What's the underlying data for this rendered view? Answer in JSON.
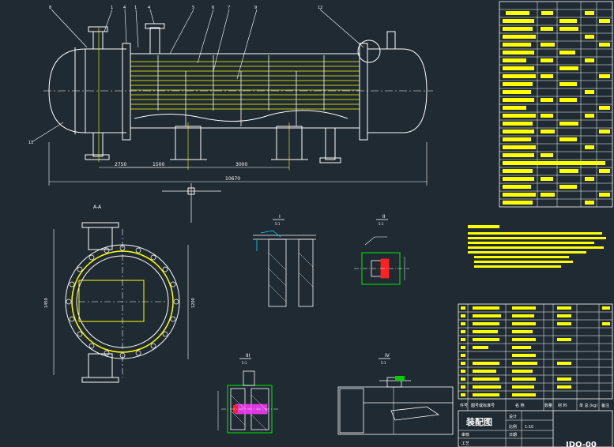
{
  "colors": {
    "background": "#1f2a33",
    "line": "#ffffff",
    "accent_yellow": "#ffff00",
    "accent_green": "#00d000",
    "accent_red": "#ff2020",
    "accent_magenta": "#ff3cff",
    "accent_cyan": "#00e0ff"
  },
  "main_view": {
    "dim_overall": "10670",
    "dim_a": "2750",
    "dim_b": "1500",
    "dim_c": "3000"
  },
  "section_view": {
    "label": "A-A",
    "dim_height": "1450",
    "dim_width": "1200"
  },
  "details": {
    "detail_1": {
      "label": "I",
      "scale": "5:1"
    },
    "detail_2": {
      "label": "II",
      "scale": "5:1"
    },
    "detail_3": {
      "label": "III",
      "scale": "5:1"
    },
    "detail_4": {
      "label": "IV",
      "scale": "5:1"
    }
  },
  "title_block": {
    "drawing_title": "装配图",
    "design_label": "设计",
    "ratio_label": "比例",
    "ratio_value": "1:10",
    "date_label": "日期",
    "review_label": "审核",
    "process_label": "工艺",
    "drawing_no": "JDQ-00"
  },
  "bom_header": {
    "col_no": "件号",
    "col_std": "图号或标准号",
    "col_name": "名 称",
    "col_qty": "数量",
    "col_material": "材 料",
    "col_weight": "单 总 (kg)",
    "col_note": "备注"
  }
}
